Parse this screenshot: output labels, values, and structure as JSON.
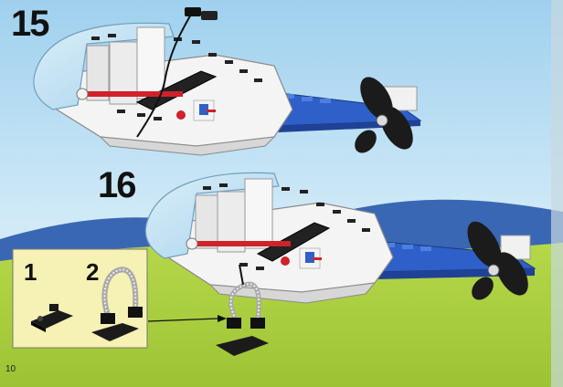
{
  "page_number": "10",
  "steps": [
    {
      "number": "15"
    },
    {
      "number": "16"
    }
  ],
  "inset": {
    "sub_steps": [
      "1",
      "2"
    ]
  },
  "colors": {
    "sky_top": "#9fd0ee",
    "sky_bottom": "#d8edf8",
    "hills": "#3a67b4",
    "grass": "#a9cf3c",
    "inset_bg": "#f6f1b4",
    "body_white": "#f4f4f4",
    "canopy": "#bfe0f3",
    "boom_blue": "#2f5fc8",
    "rotor_black": "#1b1b1b",
    "accent_red": "#d0222a"
  }
}
